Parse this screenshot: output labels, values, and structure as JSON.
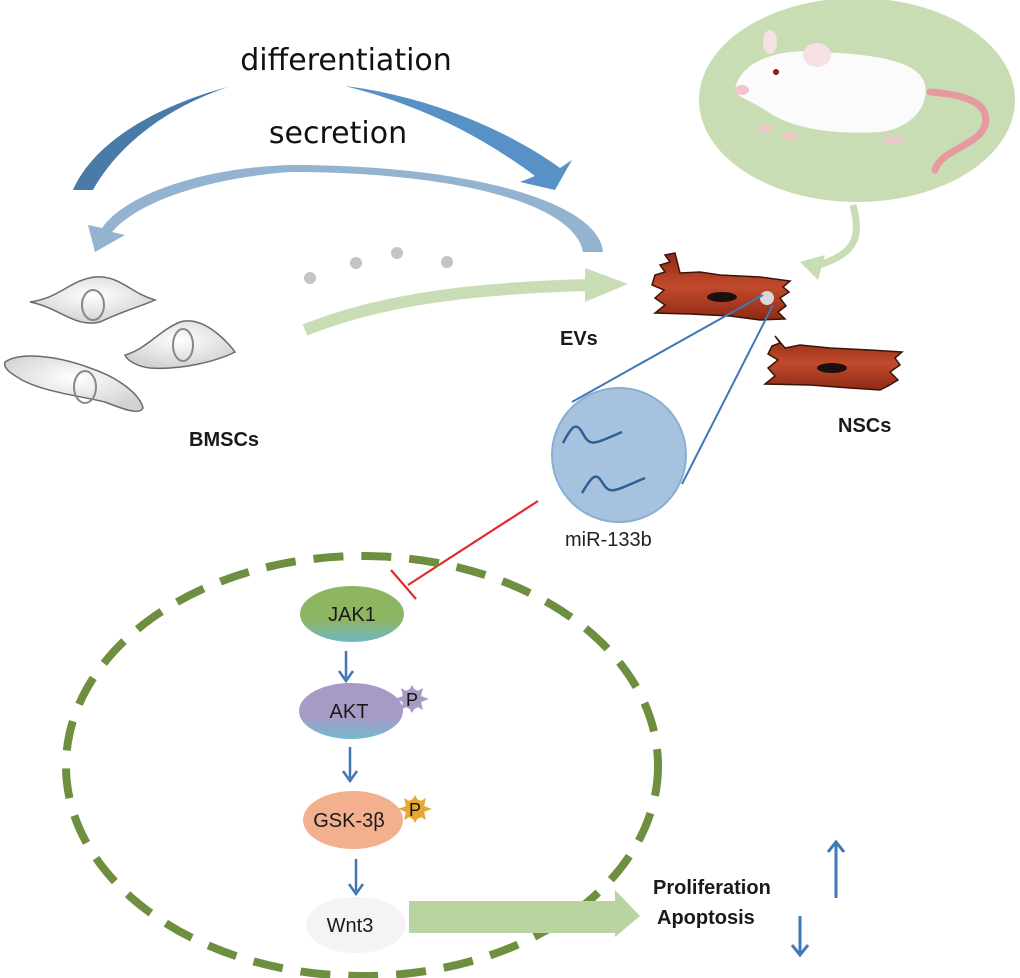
{
  "labels": {
    "differentiation": "differentiation",
    "secretion": "secretion",
    "bmscs": "BMSCs",
    "evs": "EVs",
    "nscs": "NSCs",
    "mirna": "miR-133b",
    "proliferation": "Proliferation",
    "apoptosis": "Apoptosis"
  },
  "pathway": {
    "nodes": [
      {
        "name": "JAK1",
        "color": "#8db562",
        "phosphorylated": false
      },
      {
        "name": "AKT",
        "color": "#a79bc6",
        "phosphorylated": true,
        "phospho_label": "P",
        "phospho_color": "#a79bc6"
      },
      {
        "name": "GSK-3β",
        "color": "#f3b08e",
        "phosphorylated": true,
        "phospho_label": "P",
        "phospho_color": "#e8a830"
      },
      {
        "name": "Wnt3",
        "color": "#f4f4f4",
        "phosphorylated": false
      }
    ]
  },
  "outcomes": [
    {
      "label": "Proliferation",
      "direction": "up"
    },
    {
      "label": "Apoptosis",
      "direction": "down"
    }
  ],
  "colors": {
    "arrow_dark_blue": "#4a7aa7",
    "arrow_light_blue": "#93b3d0",
    "arrow_green": "#c8ddb5",
    "membrane_green": "#6e8f3f",
    "inhibit_red": "#e32a2a",
    "signal_blue": "#3f78b5",
    "mouse_bg": "#c9ddb5",
    "nsc_red": "#b43a22",
    "vesicle_blue": "#a6c2df"
  }
}
